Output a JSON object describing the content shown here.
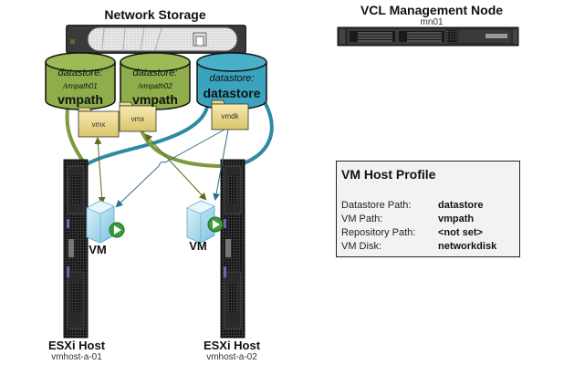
{
  "network_storage": {
    "title": "Network Storage",
    "datastores": [
      {
        "label": "datastore:",
        "path": "/vmpath01",
        "name": "vmpath",
        "color": "#8fad4a",
        "folder": "vmx"
      },
      {
        "label": "datastore:",
        "path": "/vmpath02",
        "name": "vmpath",
        "color": "#8fad4a",
        "folder": "vmx"
      },
      {
        "label": "datastore:",
        "path": "",
        "name": "datastore",
        "color": "#3aa3bd",
        "folder": "vmdk"
      }
    ]
  },
  "management_node": {
    "title": "VCL Management Node",
    "hostname": "mn01"
  },
  "hosts": [
    {
      "title": "ESXi Host",
      "hostname": "vmhost-a-01",
      "vm_label": "VM"
    },
    {
      "title": "ESXi Host",
      "hostname": "vmhost-a-02",
      "vm_label": "VM"
    }
  ],
  "profile": {
    "title": "VM Host Profile",
    "rows": [
      {
        "key": "Datastore Path:",
        "value": "datastore"
      },
      {
        "key": "VM Path:",
        "value": "vmpath"
      },
      {
        "key": "Repository Path:",
        "value": "<not set>"
      },
      {
        "key": "VM Disk:",
        "value": "networkdisk"
      }
    ]
  },
  "colors": {
    "green_link": "#7f9a3c",
    "teal_link": "#2e8aa3",
    "arrow_green": "#5d6b1e",
    "arrow_teal": "#2a6f86"
  }
}
